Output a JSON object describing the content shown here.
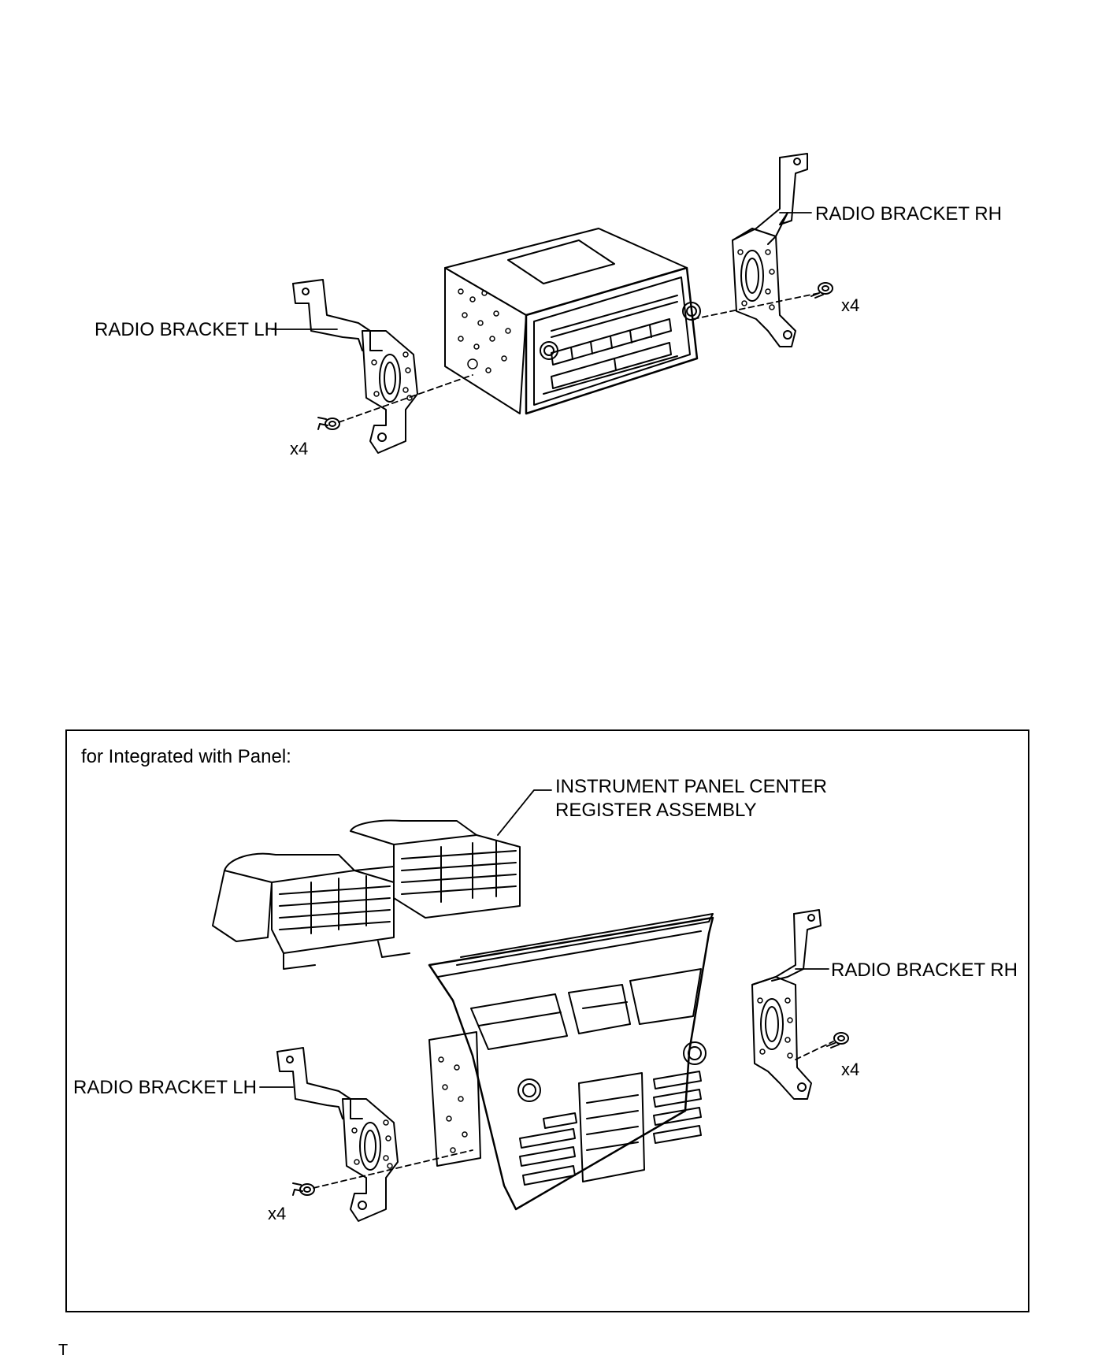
{
  "top_diagram": {
    "labels": {
      "bracket_rh": "RADIO BRACKET RH",
      "bracket_lh": "RADIO BRACKET LH",
      "qty_rh": "x4",
      "qty_lh": "x4"
    }
  },
  "panel_diagram": {
    "heading": "for Integrated with Panel:",
    "labels": {
      "register_line1": "INSTRUMENT PANEL CENTER",
      "register_line2": "REGISTER ASSEMBLY",
      "bracket_rh": "RADIO BRACKET RH",
      "bracket_lh": "RADIO BRACKET LH",
      "qty_rh": "x4",
      "qty_lh": "x4"
    }
  },
  "footer": {
    "mark": "T"
  }
}
